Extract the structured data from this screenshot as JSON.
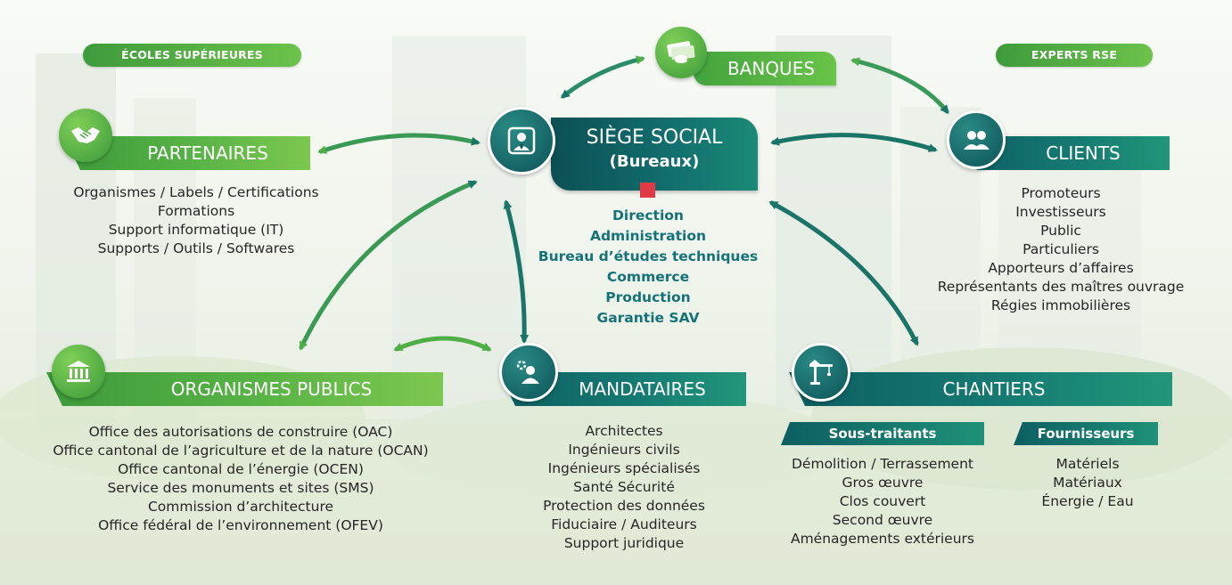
{
  "pills": {
    "ecoles": "ÉCOLES SUPÉRIEURES",
    "experts": "EXPERTS RSE"
  },
  "nodes": {
    "banques": "BANQUES",
    "siege": {
      "title": "SIÈGE SOCIAL",
      "subtitle": "(Bureaux)"
    },
    "partenaires": "PARTENAIRES",
    "clients": "CLIENTS",
    "organismes": "ORGANISMES PUBLICS",
    "mandataires": "MANDATAIRES",
    "chantiers": "CHANTIERS"
  },
  "siege_items": [
    "Direction",
    "Administration",
    "Bureau d’études techniques",
    "Commerce",
    "Production",
    "Garantie SAV"
  ],
  "partenaires_items": [
    "Organismes / Labels / Certifications",
    "Formations",
    "Support informatique (IT)",
    "Supports / Outils / Softwares"
  ],
  "clients_items": [
    "Promoteurs",
    "Investisseurs",
    "Public",
    "Particuliers",
    "Apporteurs d’affaires",
    "Représentants des maîtres ouvrage",
    "Régies immobilières"
  ],
  "organismes_items": [
    "Office des autorisations de construire (OAC)",
    "Office cantonal de l’agriculture et de la nature (OCAN)",
    "Office cantonal de l’énergie (OCEN)",
    "Service des monuments et sites (SMS)",
    "Commission d’architecture",
    "Office fédéral de l’environnement (OFEV)"
  ],
  "mandataires_items": [
    "Architectes",
    "Ingénieurs civils",
    "Ingénieurs spécialisés",
    "Santé Sécurité",
    "Protection des données",
    "Fiduciaire / Auditeurs",
    "Support juridique"
  ],
  "chantiers": {
    "sous_traitants_label": "Sous-traitants",
    "sous_traitants_items": [
      "Démolition / Terrassement",
      "Gros œuvre",
      "Clos couvert",
      "Second œuvre",
      "Aménagements extérieurs"
    ],
    "fournisseurs_label": "Fournisseurs",
    "fournisseurs_items": [
      "Matériels",
      "Matériaux",
      "Énergie / Eau"
    ]
  },
  "icons": {
    "banques": "money-stack-icon",
    "siege": "person-tie-icon",
    "partenaires": "handshake-icon",
    "clients": "users-icon",
    "organismes": "government-building-icon",
    "mandataires": "person-gear-icon",
    "chantiers": "crane-icon"
  },
  "colors": {
    "green": "#5ab545",
    "teal": "#146e6c",
    "item_teal": "#157278",
    "red": "#e03a46"
  }
}
